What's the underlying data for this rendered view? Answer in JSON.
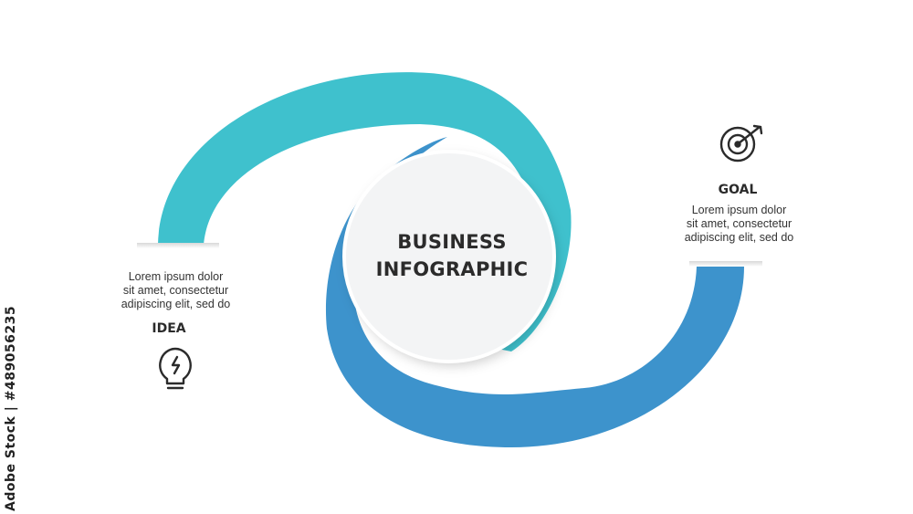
{
  "center": {
    "title_line1": "BUSINESS",
    "title_line2": "INFOGRAPHIC"
  },
  "idea": {
    "heading": "IDEA",
    "text": [
      "Lorem ipsum dolor",
      "sit amet, consectetur",
      "adipiscing elit, sed do"
    ],
    "icon": "lightbulb-icon",
    "color": "#3fc1cd"
  },
  "goal": {
    "heading": "GOAL",
    "text": [
      "Lorem ipsum dolor",
      "sit amet, consectetur",
      "adipiscing elit, sed do"
    ],
    "icon": "target-icon",
    "color": "#3d93cc"
  },
  "stock_id": "Adobe Stock | #489056235"
}
